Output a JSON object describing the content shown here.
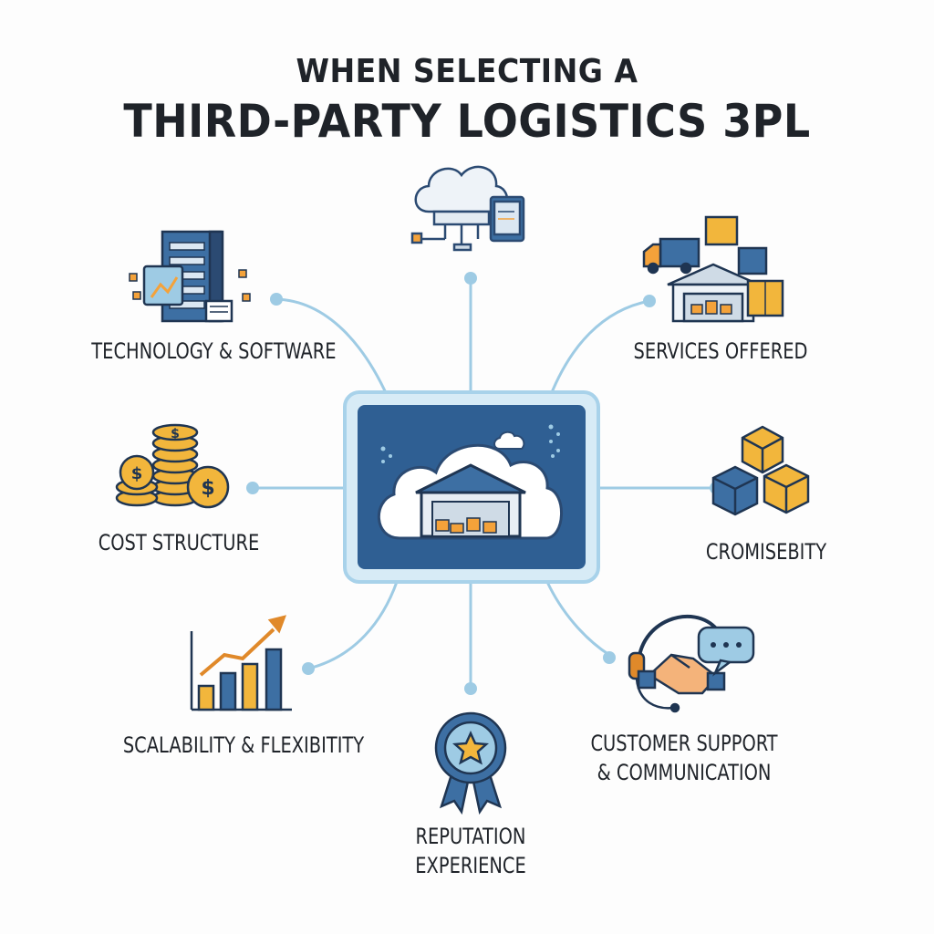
{
  "title": {
    "line1": "WHEN SELECTING A",
    "line2": "THIRD-PARTY LOGISTICS 3PL"
  },
  "nodes": {
    "technology": "TECHNOLOGY & SOFTWARE",
    "services": "SERVICES OFFERED",
    "cost": "COST STRUCTURE",
    "cromisebity": "CROMISEBITY",
    "scalability": "SCALABILITY & FLEXIBITITY",
    "support_line1": "CUSTOMER SUPPORT",
    "support_line2": "& COMMUNICATION",
    "reputation_line1": "REPUTATION",
    "reputation_line2": "EXPERIENCE"
  },
  "colors": {
    "navy": "#2b4a72",
    "blue": "#3d6fa3",
    "light_blue": "#9ecbe4",
    "orange": "#f4a23a",
    "gold": "#f2b63c",
    "ink": "#1f2329"
  },
  "icons": {
    "center": "cloud-warehouse-icon",
    "top": "cloud-network-icon",
    "technology": "server-rack-icon",
    "services": "truck-warehouse-boxes-icon",
    "cost": "coin-stack-icon",
    "cromisebity": "stacked-cubes-icon",
    "scalability": "bar-chart-growth-icon",
    "support": "headset-handshake-icon",
    "reputation": "award-ribbon-icon"
  }
}
